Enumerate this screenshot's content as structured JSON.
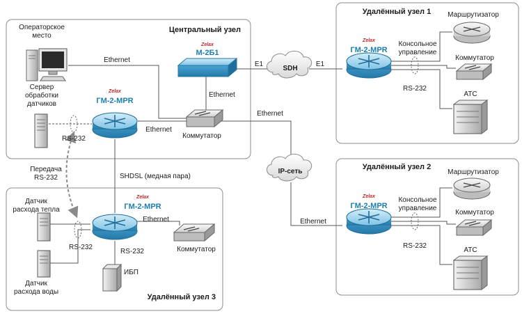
{
  "central_node": {
    "title": "Центральный узел",
    "operator_label": "Операторское место",
    "server_label": "Сервер обработки датчиков",
    "mux_brand": "Zelax",
    "mux_label": "М-2Б1",
    "router_brand": "Zelax",
    "router_label": "ГМ-2-MPR",
    "switch_label": "Коммутатор"
  },
  "remote_node_1": {
    "title": "Удалённый узел 1",
    "router_brand": "Zelax",
    "router_label": "ГМ-2-MPR",
    "console_label": "Консольное управление",
    "rs232_label": "RS-232",
    "device_router": "Маршрутизатор",
    "device_switch": "Коммутатор",
    "device_pbx": "АТС"
  },
  "remote_node_2": {
    "title": "Удалённый узел 2",
    "router_brand": "Zelax",
    "router_label": "ГМ-2-MPR",
    "console_label": "Консольное управление",
    "rs232_label": "RS-232",
    "device_router": "Маршрутизатор",
    "device_switch": "Коммутатор",
    "device_pbx": "АТС"
  },
  "remote_node_3": {
    "title": "Удалённый узел 3",
    "router_brand": "Zelax",
    "router_label": "ГМ-2-MPR",
    "heat_sensor": "Датчик расхода тепла",
    "water_sensor": "Датчик расхода воды",
    "ups_label": "ИБП",
    "switch_label": "Коммутатор",
    "rs232_left": "RS-232",
    "rs232_bottom": "RS-232",
    "ethernet_label": "Ethernet"
  },
  "networks": {
    "sdh": "SDH",
    "ip": "IP-сеть"
  },
  "links": {
    "eth_operator": "Ethernet",
    "eth_mux_switch": "Ethernet",
    "eth_router_switch": "Ethernet",
    "eth_switch_ip": "Ethernet",
    "eth_ip_remote2": "Ethernet",
    "e1_left": "E1",
    "e1_right": "E1",
    "shdsl": "SHDSL (медная пара)",
    "rs232_server": "RS-232",
    "rs232_transfer": "Передача RS-232"
  },
  "colors": {
    "device_blue": "#7fc4e6",
    "model_blue": "#1d7fb0",
    "brand_red": "#c0282d",
    "line_gray": "#555555",
    "panel_border": "#8c8c8c"
  }
}
